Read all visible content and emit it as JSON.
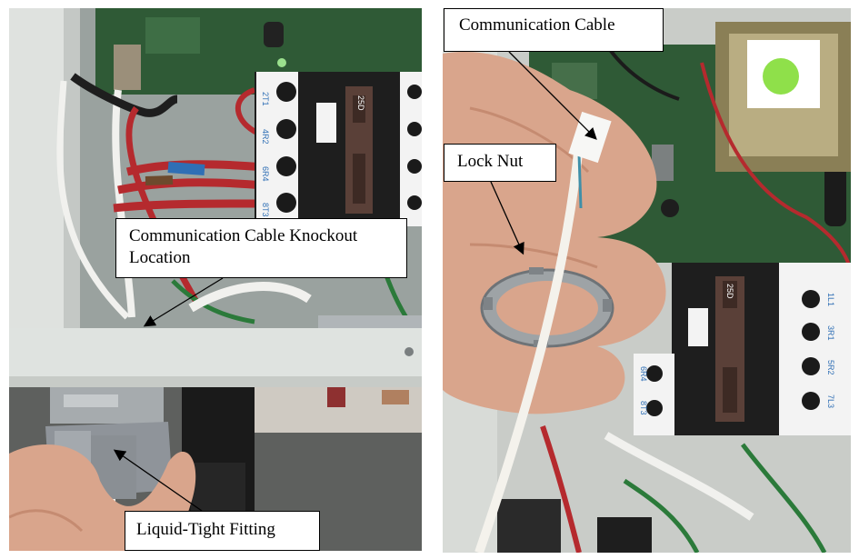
{
  "figure": {
    "left_photo": {
      "callouts": {
        "knockout_line1": "Communication Cable Knockout",
        "knockout_line2": "Location",
        "fitting": "Liquid-Tight Fitting"
      },
      "terminal_labels": [
        "2T1",
        "4R2",
        "6R4",
        "8T3"
      ],
      "contactor_label": "25D"
    },
    "right_photo": {
      "callouts": {
        "comm_cable": "Communication Cable",
        "lock_nut": "Lock Nut"
      },
      "terminal_labels_top": [
        "1L1",
        "3R1",
        "5R2",
        "7L3"
      ],
      "terminal_labels_bottom": [
        "6R4",
        "8T3"
      ],
      "contactor_label": "25D"
    }
  },
  "colors": {
    "pcb_green": "#2f5a36",
    "enclosure_grey": "#d8dcd8",
    "fitting_grey": "#8f949a",
    "skin": "#d9a58c",
    "wire_red": "#b52a2e",
    "wire_blue": "#2f6fb5",
    "contactor_black": "#1e1e1e",
    "terminal_white": "#f3f3f3"
  }
}
